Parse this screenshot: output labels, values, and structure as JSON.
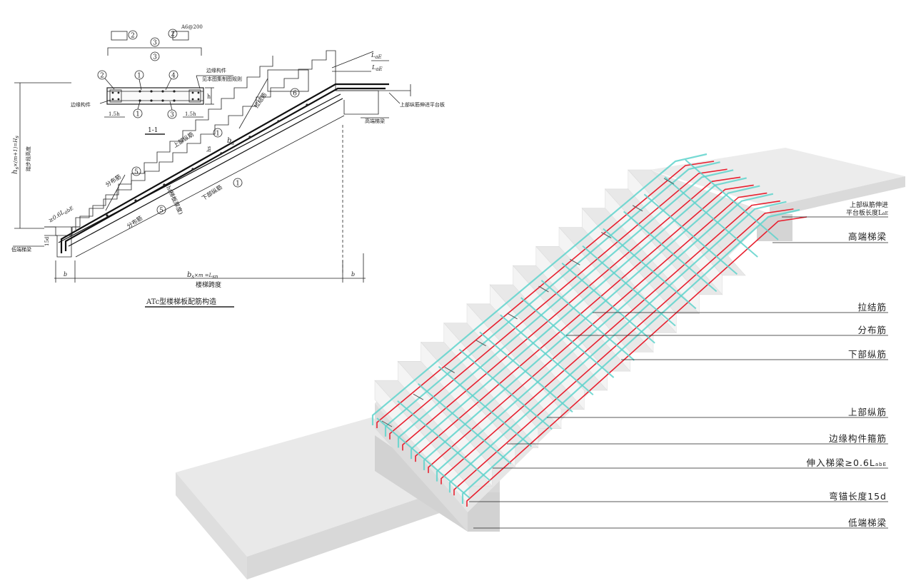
{
  "drawing": {
    "title": "ATc型楼梯板配筋构造",
    "section_label": "1-1",
    "dims": {
      "span": "楼梯跨度",
      "span_formula": "b",
      "span_formula_sub": "s",
      "span_formula_tail": "×m =L",
      "span_formula_tail_sub": "sn",
      "b_left": "b",
      "b_right": "b",
      "height_formula": "h",
      "height_formula_sub": "s",
      "height_formula_tail": "×(m+1)=H",
      "height_formula_tail_sub": "s",
      "height_label": "踏步段高度",
      "lae_top": "L",
      "lae_top_sub": "aE",
      "lae_mid": "L",
      "lae_mid_sub": "aE",
      "anchor_min": "≥0.6L",
      "anchor_min_sub": "abE",
      "bend_15d": "15d",
      "bs": "b",
      "bs_sub": "s",
      "hs": "hs",
      "h_thickness": "h(梯板厚度)",
      "sec_15h_a": "1.5h",
      "sec_15h_b": "1.5h",
      "sec_h": "h",
      "a6": "A6@200"
    },
    "callouts": {
      "edge_member_top": "边缘构件",
      "edge_member_note": "见本图集制图规则",
      "edge_member_left": "边缘构件",
      "tie_bar": "拉结筋",
      "dist_bar_1": "分布筋",
      "dist_bar_2": "分布筋",
      "upper_long": "上部纵筋",
      "lower_long": "下部纵筋",
      "upper_into_platform": "上部纵筋伸进平台板",
      "high_beam": "高端梯梁",
      "low_beam": "低端梯梁"
    },
    "markers": {
      "m1": "1",
      "m2": "2",
      "m3": "3",
      "m4": "4",
      "m5": "5",
      "m6": "6"
    }
  },
  "model_labels": {
    "upper_extend_line1": "上部纵筋伸进",
    "upper_extend_line2": "平台板长度L",
    "upper_extend_line2_sub": "aE",
    "high_beam": "高端梯梁",
    "tie_bar": "拉结筋",
    "dist_bar": "分布筋",
    "lower_long": "下部纵筋",
    "upper_long": "上部纵筋",
    "edge_stirrup": "边缘构件箍筋",
    "into_beam": "伸入梯梁≥0.6L",
    "into_beam_sub": "abE",
    "bend_anchor": "弯锚长度15d",
    "low_beam": "低端梯梁"
  },
  "colors": {
    "concrete_top": "#ebebeb",
    "concrete_side": "#d6d6d6",
    "rebar_red": "#e8202f",
    "rebar_cyan": "#5fd3cc",
    "line": "#222222"
  }
}
